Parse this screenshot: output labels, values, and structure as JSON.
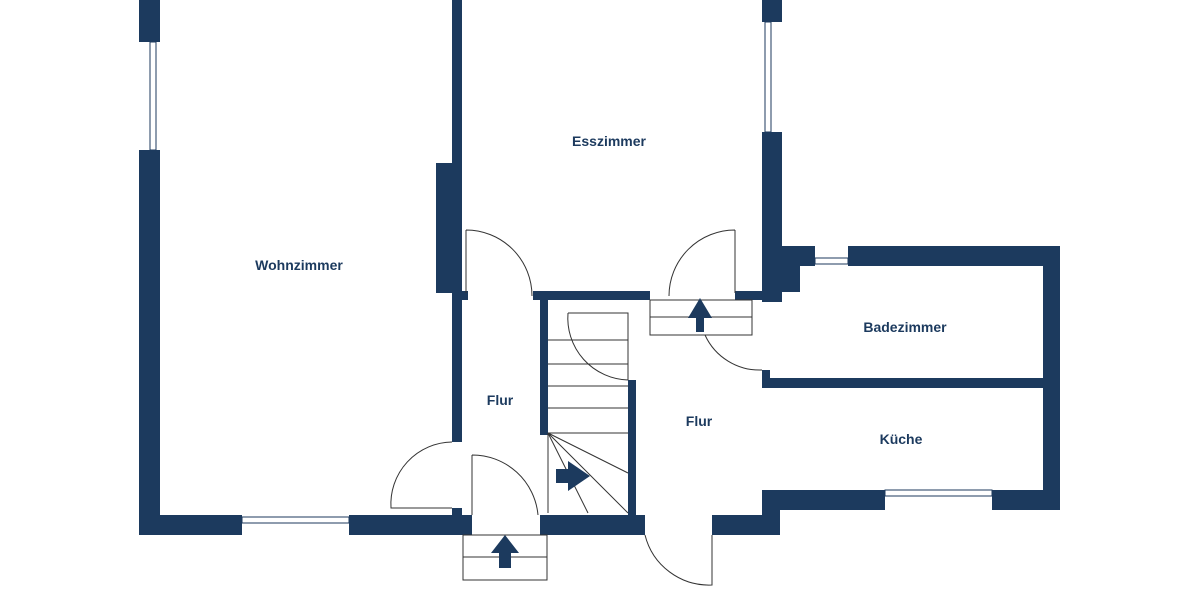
{
  "plan": {
    "wall_color": "#1c3a5e",
    "rooms": [
      {
        "id": "wohnzimmer",
        "label": "Wohnzimmer"
      },
      {
        "id": "esszimmer",
        "label": "Esszimmer"
      },
      {
        "id": "flur-left",
        "label": "Flur"
      },
      {
        "id": "flur-right",
        "label": "Flur"
      },
      {
        "id": "badezimmer",
        "label": "Badezimmer"
      },
      {
        "id": "kueche",
        "label": "Küche"
      }
    ]
  }
}
